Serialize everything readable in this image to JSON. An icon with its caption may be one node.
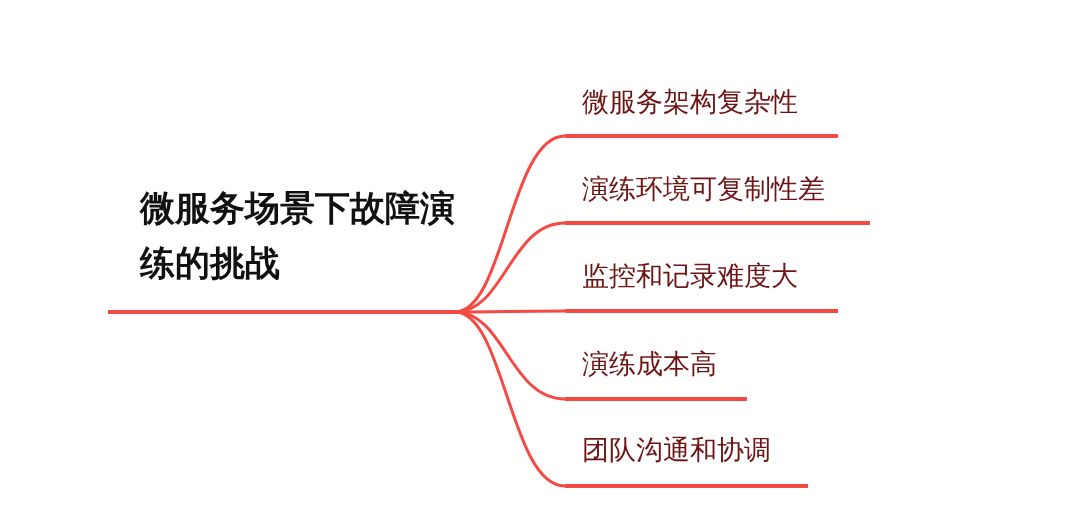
{
  "diagram": {
    "nodes": [
      {
        "text": [
          "微服务场景下故障演练的挑战"
        ]
      },
      {
        "text": [
          "微服务架构复杂性"
        ]
      },
      {
        "text": [
          "演练环境可复制性差"
        ]
      },
      {
        "text": [
          "监控和记录难度大"
        ]
      },
      {
        "text": [
          "演练成本高"
        ]
      },
      {
        "text": [
          "团队沟通和协调"
        ]
      }
    ],
    "edges": [
      {
        "from": 0,
        "to": 1,
        "arrow": "none"
      },
      {
        "from": 0,
        "to": 2,
        "arrow": "none"
      },
      {
        "from": 0,
        "to": 3,
        "arrow": "none"
      },
      {
        "from": 0,
        "to": 4,
        "arrow": "none"
      },
      {
        "from": 0,
        "to": 5,
        "arrow": "none"
      }
    ]
  }
}
